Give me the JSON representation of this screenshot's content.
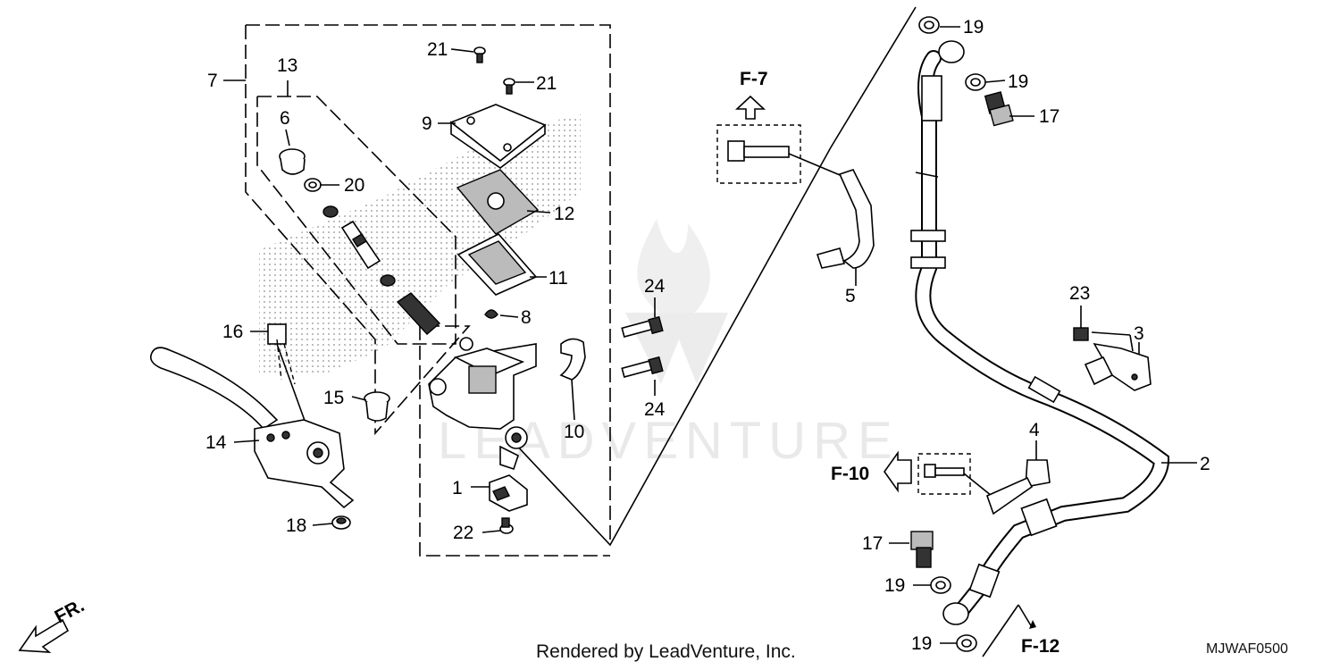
{
  "callouts": {
    "c1": "1",
    "c2": "2",
    "c3": "3",
    "c4": "4",
    "c5": "5",
    "c6": "6",
    "c7": "7",
    "c8": "8",
    "c9": "9",
    "c10": "10",
    "c11": "11",
    "c12": "12",
    "c13": "13",
    "c14": "14",
    "c15": "15",
    "c16": "16",
    "c17a": "17",
    "c17b": "17",
    "c18": "18",
    "c19a": "19",
    "c19b": "19",
    "c19c": "19",
    "c19d": "19",
    "c20": "20",
    "c21a": "21",
    "c21b": "21",
    "c22": "22",
    "c23": "23",
    "c24a": "24",
    "c24b": "24"
  },
  "references": {
    "f7": "F-7",
    "f10": "F-10",
    "f12": "F-12",
    "front": "FR."
  },
  "watermark": "LEADVENTURE",
  "footer": {
    "credit": "Rendered by LeadVenture, Inc.",
    "diagram_code": "MJWAF0500"
  }
}
